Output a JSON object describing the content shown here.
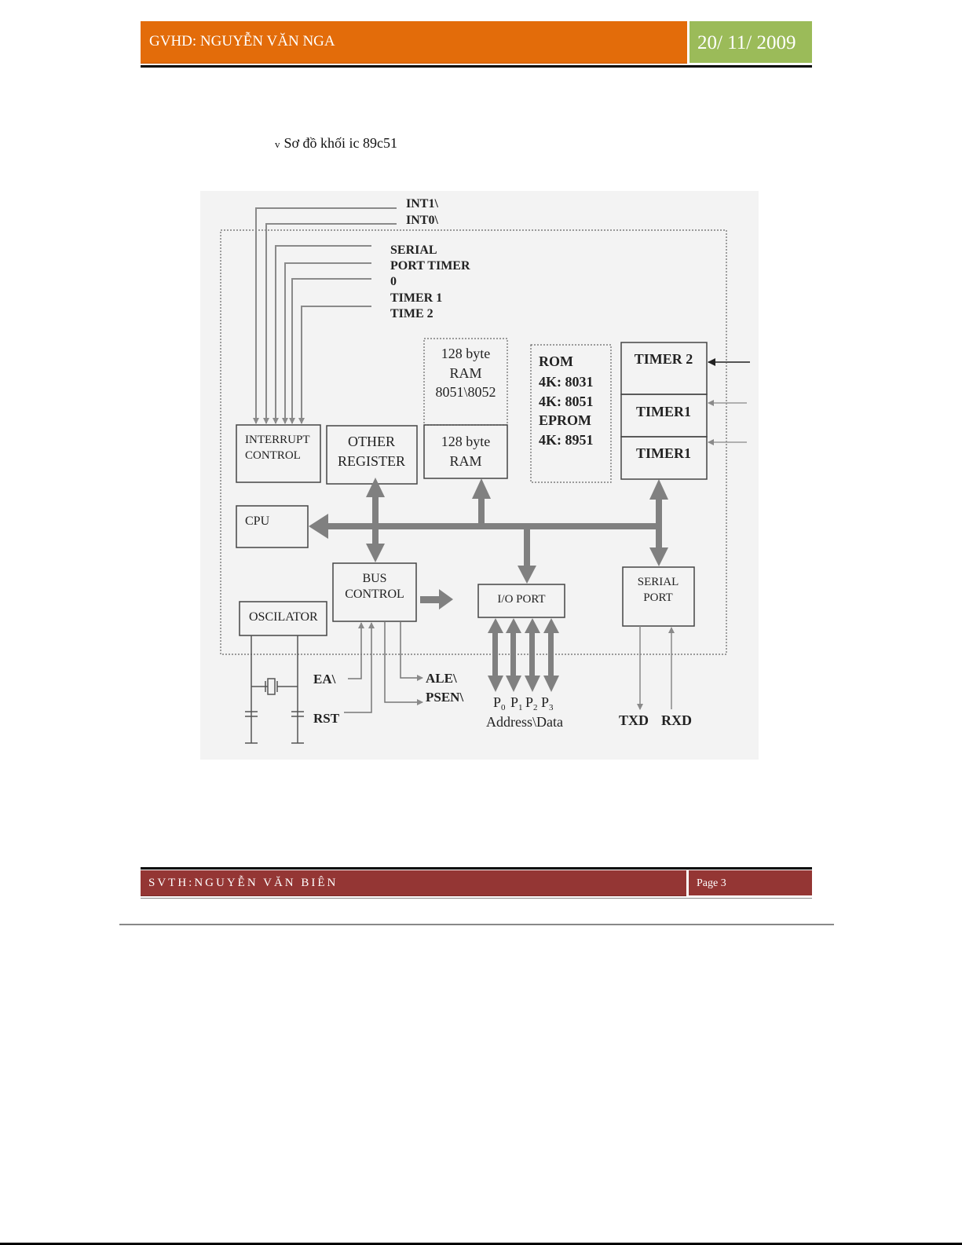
{
  "header": {
    "instructor": "GVHD: NGUYỄN VĂN NGA",
    "date": "20/ 11/ 2009",
    "colors": {
      "left": "#e36c0a",
      "right": "#9bbb59"
    }
  },
  "section": {
    "bullet": "v",
    "title": "Sơ đồ khối ic 89c51"
  },
  "diagram": {
    "external_inputs": {
      "int1": "INT1\\",
      "int0": "INT0\\",
      "serial": "SERIAL",
      "port_timer": "PORT TIMER",
      "zero": "0",
      "timer1": "TIMER 1",
      "time2": "TIME 2"
    },
    "blocks": {
      "interrupt_control": [
        "INTERRUPT",
        "CONTROL"
      ],
      "other_register": [
        "OTHER",
        "REGISTER"
      ],
      "ram_ext": [
        "128 byte",
        "RAM",
        "8051\\8052"
      ],
      "ram": [
        "128 byte",
        "RAM"
      ],
      "rom": [
        "ROM",
        "4K: 8031",
        "4K: 8051",
        "EPROM",
        "4K: 8951"
      ],
      "timer2": "TIMER 2",
      "timer1_a": "TIMER1",
      "timer1_b": "TIMER1",
      "cpu": "CPU",
      "bus_control": [
        "BUS",
        "CONTROL"
      ],
      "oscillator": "OSCILATOR",
      "io_port": "I/O PORT",
      "serial_port": [
        "SERIAL",
        "PORT"
      ]
    },
    "signals": {
      "ea": "EA\\",
      "rst": "RST",
      "ale": "ALE\\",
      "psen": "PSEN\\",
      "ports": [
        "P",
        "P",
        "P",
        "P"
      ],
      "port_subs": [
        "0",
        "1",
        "2",
        "3"
      ],
      "address_data": "Address\\Data",
      "txd": "TXD",
      "rxd": "RXD"
    }
  },
  "footer": {
    "student": "SVTH:NGUYỄN VĂN BIÊN",
    "page": "Page  3",
    "color": "#943634"
  }
}
